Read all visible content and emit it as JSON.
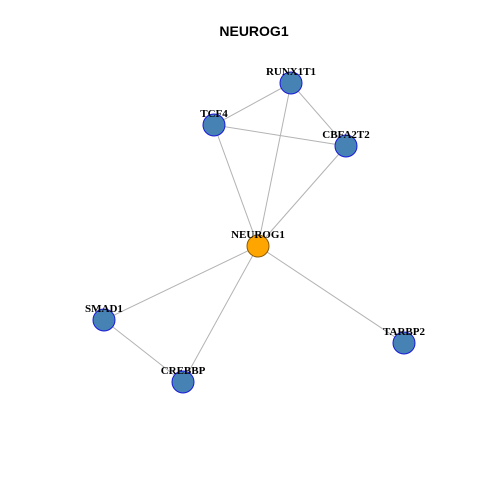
{
  "title": "NEUROG1",
  "colors": {
    "hub_fill": "#FFA500",
    "node_fill": "#4682B4",
    "node_stroke": "#1A1AD8",
    "edge": "#B3B3B3"
  },
  "nodes": [
    {
      "id": "RUNX1T1",
      "label": "RUNX1T1",
      "role": "neighbor"
    },
    {
      "id": "TCF4",
      "label": "TCF4",
      "role": "neighbor"
    },
    {
      "id": "CBFA2T2",
      "label": "CBFA2T2",
      "role": "neighbor"
    },
    {
      "id": "NEUROG1",
      "label": "NEUROG1",
      "role": "hub"
    },
    {
      "id": "SMAD1",
      "label": "SMAD1",
      "role": "neighbor"
    },
    {
      "id": "TARBP2",
      "label": "TARBP2",
      "role": "neighbor"
    },
    {
      "id": "CREBBP",
      "label": "CREBBP",
      "role": "neighbor"
    }
  ],
  "edges": [
    {
      "source": "RUNX1T1",
      "target": "TCF4"
    },
    {
      "source": "RUNX1T1",
      "target": "CBFA2T2"
    },
    {
      "source": "RUNX1T1",
      "target": "NEUROG1"
    },
    {
      "source": "TCF4",
      "target": "CBFA2T2"
    },
    {
      "source": "TCF4",
      "target": "NEUROG1"
    },
    {
      "source": "CBFA2T2",
      "target": "NEUROG1"
    },
    {
      "source": "NEUROG1",
      "target": "SMAD1"
    },
    {
      "source": "NEUROG1",
      "target": "CREBBP"
    },
    {
      "source": "NEUROG1",
      "target": "TARBP2"
    },
    {
      "source": "SMAD1",
      "target": "CREBBP"
    }
  ]
}
